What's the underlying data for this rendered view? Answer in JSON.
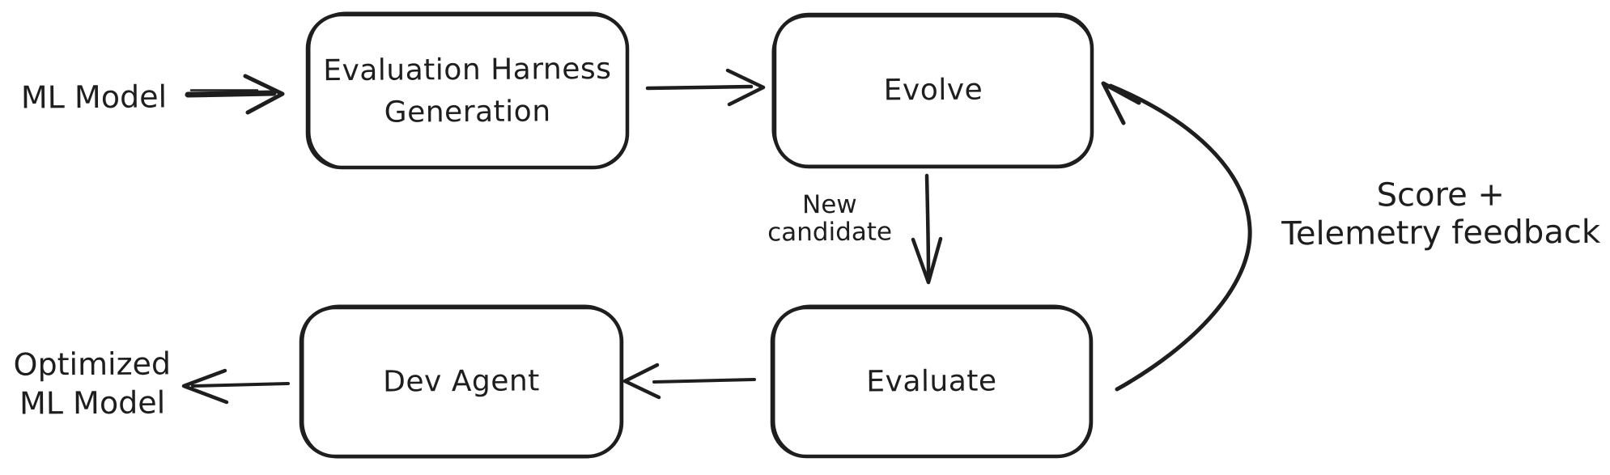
{
  "canvas": {
    "background": "#ffffff",
    "stroke": "#1e1e1e"
  },
  "nodes": [
    {
      "id": "evaluation-harness-generation",
      "label": "Evaluation Harness Generation",
      "lines": [
        "Evaluation Harness",
        "Generation"
      ]
    },
    {
      "id": "evolve",
      "label": "Evolve",
      "lines": [
        "Evolve"
      ]
    },
    {
      "id": "evaluate",
      "label": "Evaluate",
      "lines": [
        "Evaluate"
      ]
    },
    {
      "id": "dev-agent",
      "label": "Dev Agent",
      "lines": [
        "Dev Agent"
      ]
    }
  ],
  "annotations": [
    {
      "id": "ml-model-input",
      "lines": [
        "ML Model"
      ]
    },
    {
      "id": "optimized-ml-model-output",
      "lines": [
        "Optimized",
        "ML Model"
      ]
    },
    {
      "id": "new-candidate",
      "lines": [
        "New",
        "candidate"
      ]
    },
    {
      "id": "score-telemetry-feedback",
      "lines": [
        "Score +",
        "Telemetry feedback"
      ]
    }
  ],
  "edges": [
    {
      "from": "ML Model",
      "to": "Evaluation Harness Generation",
      "label": ""
    },
    {
      "from": "Evaluation Harness Generation",
      "to": "Evolve",
      "label": ""
    },
    {
      "from": "Evolve",
      "to": "Evaluate",
      "label": "New candidate"
    },
    {
      "from": "Evaluate",
      "to": "Dev Agent",
      "label": ""
    },
    {
      "from": "Dev Agent",
      "to": "Optimized ML Model",
      "label": ""
    },
    {
      "from": "Evaluate",
      "to": "Evolve",
      "label": "Score + Telemetry feedback"
    }
  ]
}
